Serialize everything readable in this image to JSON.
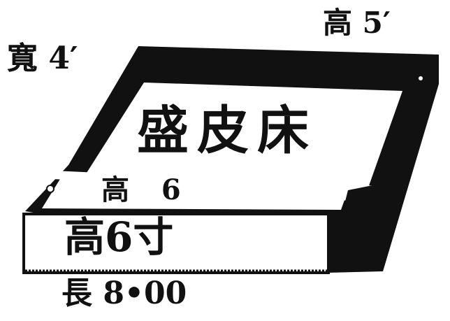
{
  "dimensions": {
    "width": "寬 4′",
    "height": "高 5′",
    "length": "長 8•00"
  },
  "sign": {
    "title": "盛皮床"
  },
  "frame": {
    "height_label": "高 6"
  },
  "base": {
    "height_label": "高6寸"
  },
  "colors": {
    "ink": "#111111",
    "paper": "#ffffff"
  }
}
